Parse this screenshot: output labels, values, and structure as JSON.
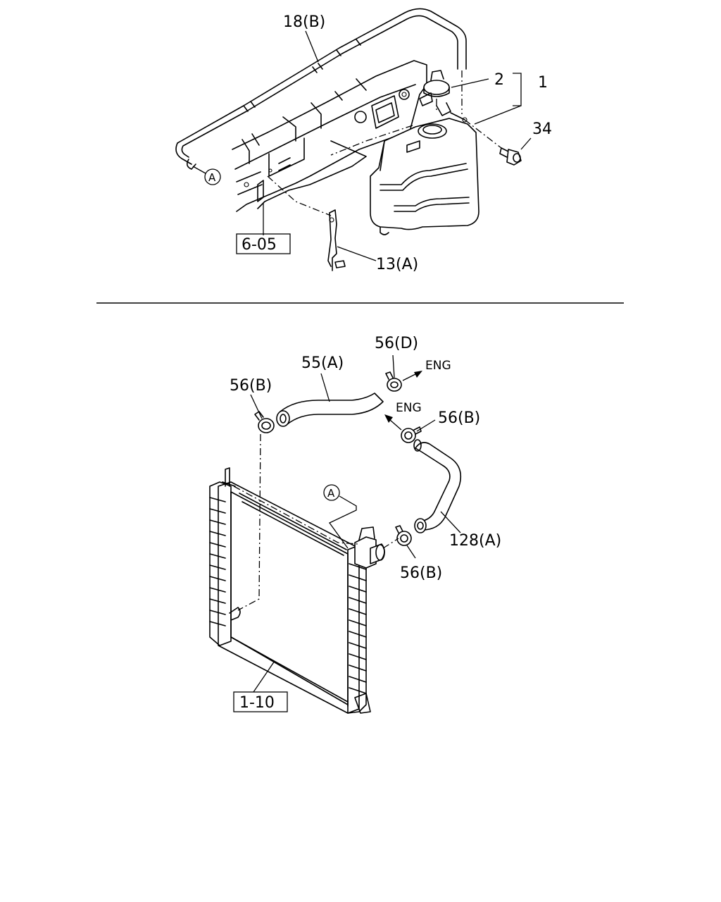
{
  "top_assembly": {
    "callouts": {
      "hose_overflow": "18(B)",
      "cap": "2",
      "reserve_tank_group": "1",
      "bolt": "34",
      "bracket": "13(A)",
      "ref_box": "6-05",
      "connector_circle": "A"
    }
  },
  "bottom_assembly": {
    "callouts": {
      "upper_hose": "55(A)",
      "clamp_left": "56(B)",
      "clamp_top": "56(D)",
      "clamp_right_upper": "56(B)",
      "clamp_right_lower": "56(B)",
      "lower_hose": "128(A)",
      "eng_upper": "ENG",
      "eng_lower": "ENG",
      "ref_box": "1-10",
      "connector_circle": "A"
    }
  }
}
